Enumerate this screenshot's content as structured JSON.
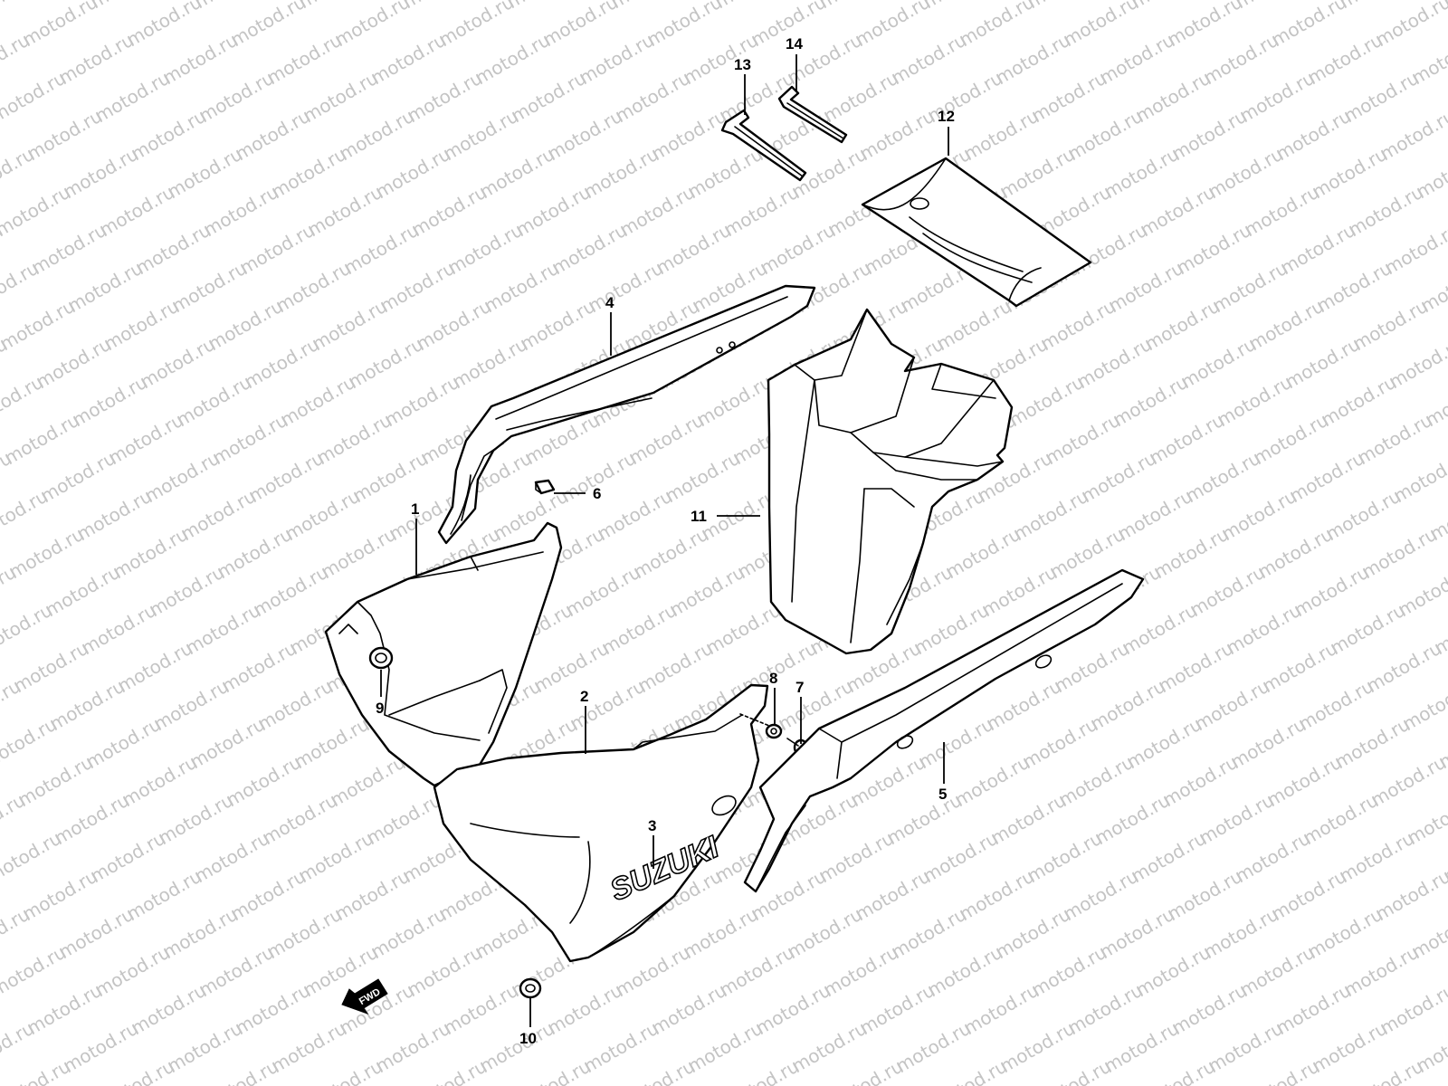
{
  "watermark": "motod.ru",
  "logo_text": "SUZUKI",
  "fwd_label": "FWD",
  "callouts": {
    "c1": "1",
    "c2": "2",
    "c3": "3",
    "c4": "4",
    "c5": "5",
    "c6": "6",
    "c7": "7",
    "c8": "8",
    "c9": "9",
    "c10": "10",
    "c11": "11",
    "c12": "12",
    "c13": "13",
    "c14": "14"
  },
  "colors": {
    "line": "#000000",
    "background": "#ffffff",
    "watermark": "#c4c4c4"
  }
}
